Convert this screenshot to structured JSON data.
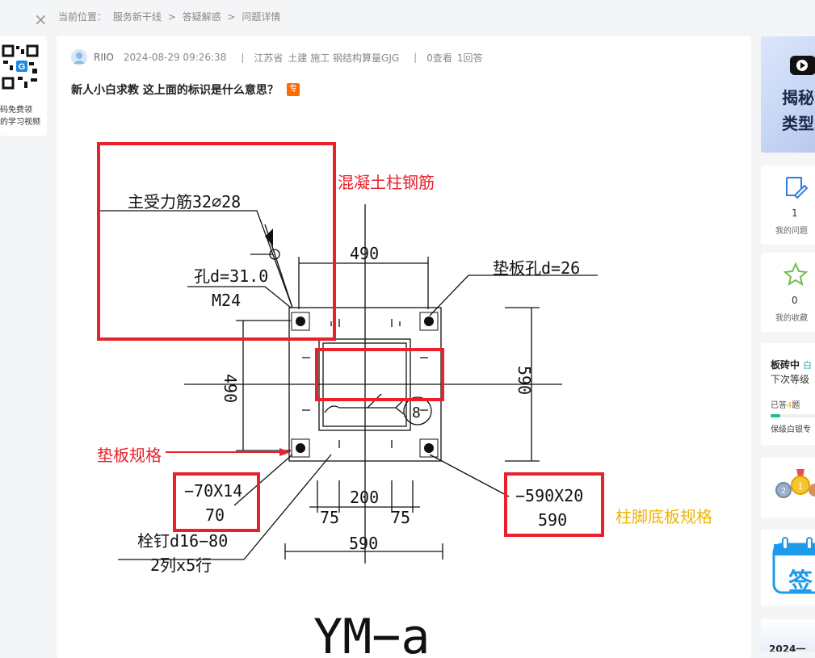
{
  "window": {
    "close_symbol": "×"
  },
  "breadcrumb": {
    "prefix": "当前位置：",
    "items": [
      "服务新干线",
      "答疑解惑",
      "问题详情"
    ],
    "sep": ">"
  },
  "qr": {
    "line1": "码免费领",
    "line2": "的学习视频"
  },
  "post": {
    "user": "RIIO",
    "datetime": "2024-08-29 09:26:38",
    "sep": "|",
    "province": "江苏省",
    "specialty": "土建 施工 钢结构算量GJG",
    "views": "0查看",
    "answers": "1回答",
    "title": "新人小白求教 这上面的标识是什么意思？",
    "badge": "专"
  },
  "drawing": {
    "label_main_bar": "主受力筋32⌀28",
    "label_hole_d": "孔d=31.0",
    "label_m24": "M24",
    "dim_490_top": "490",
    "dim_490_left": "490",
    "dim_590_right": "590",
    "dim_590_bottom": "590",
    "dim_200": "200",
    "dim_75a": "75",
    "dim_75b": "75",
    "label_pad_hole": "垫板孔d=26",
    "weld_mark": "8",
    "pad_spec_top": "−70X14",
    "pad_spec_bottom": "70",
    "base_spec_top": "−590X20",
    "base_spec_bottom": "590",
    "stud_line1": "栓钉d16−80",
    "stud_line2": "2列x5行",
    "drawing_title": "YM−a",
    "note_concrete": "混凝土柱钢筋",
    "note_pad": "垫板规格",
    "note_base": "柱脚底板规格",
    "color_red": "#e8212b",
    "color_yellow": "#f0b400"
  },
  "sidebar": {
    "banner_line1": "揭秘",
    "banner_line2": "类型",
    "my_questions_count": "1",
    "my_questions_label": "我的问题",
    "my_fav_count": "0",
    "my_fav_label": "我的收藏",
    "level_name": "板砖中",
    "level_tag": "白",
    "next_level": "下次等级",
    "answered_prefix": "已答",
    "answered_count": "4",
    "answered_suffix": "题",
    "answered_progress_fraction": 0.2,
    "keep_level": "保级白银专",
    "sign_char": "签",
    "bottom_text": "2024一"
  }
}
